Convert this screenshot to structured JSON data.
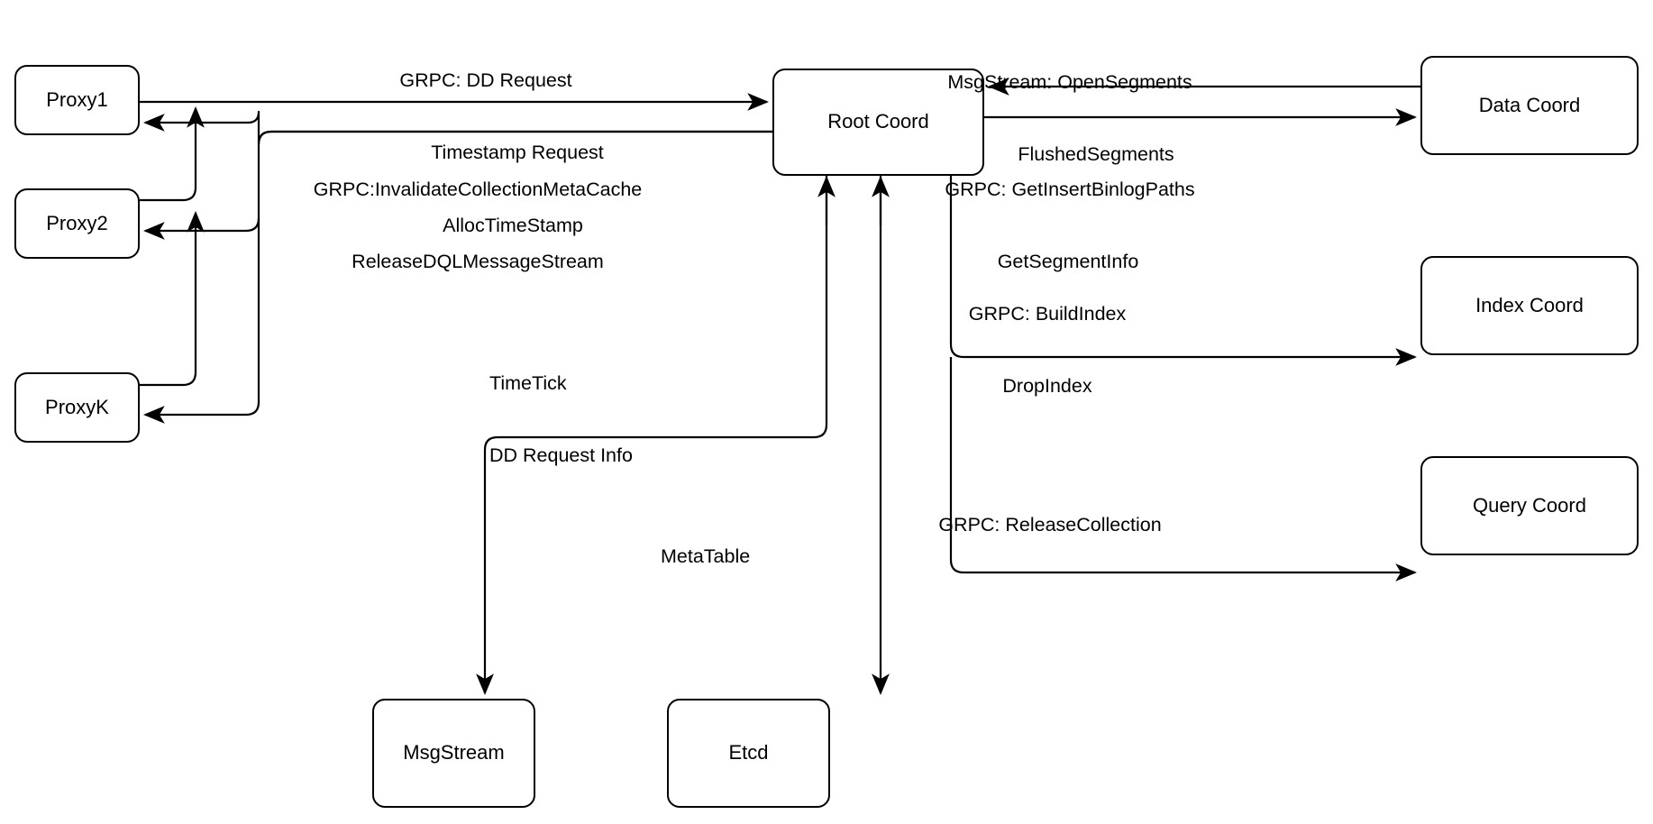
{
  "diagram": {
    "title": "Root Coord component interaction diagram",
    "background_color": "#ffffff",
    "stroke_color": "#000000",
    "node_fill": "#ffffff",
    "nodes": [
      {
        "id": "proxy1",
        "label": "Proxy1"
      },
      {
        "id": "proxy2",
        "label": "Proxy2"
      },
      {
        "id": "proxyk",
        "label": "ProxyK"
      },
      {
        "id": "root_coord",
        "label": "Root Coord"
      },
      {
        "id": "data_coord",
        "label": "Data Coord"
      },
      {
        "id": "index_coord",
        "label": "Index Coord"
      },
      {
        "id": "query_coord",
        "label": "Query Coord"
      },
      {
        "id": "msgstream",
        "label": "MsgStream"
      },
      {
        "id": "etcd",
        "label": "Etcd"
      }
    ],
    "edge_labels": [
      {
        "id": "proxy-to-root",
        "from": "proxy1",
        "to": "root_coord",
        "lines": [
          "GRPC: DD Request",
          "Timestamp Request",
          "AllocTimeStamp"
        ]
      },
      {
        "id": "root-to-proxy",
        "from": "root_coord",
        "to": "proxy1",
        "lines": [
          "GRPC:InvalidateCollectionMetaCache",
          "ReleaseDQLMessageStream"
        ]
      },
      {
        "id": "datacoord-to-root",
        "from": "data_coord",
        "to": "root_coord",
        "lines": [
          "MsgStream: OpenSegments",
          "FlushedSegments"
        ]
      },
      {
        "id": "root-to-datacoord",
        "from": "root_coord",
        "to": "data_coord",
        "lines": [
          "GRPC: GetInsertBinlogPaths",
          "GetSegmentInfo"
        ]
      },
      {
        "id": "root-to-indexcoord",
        "from": "root_coord",
        "to": "index_coord",
        "lines": [
          "GRPC: BuildIndex",
          "DropIndex"
        ]
      },
      {
        "id": "root-to-querycoord",
        "from": "root_coord",
        "to": "query_coord",
        "lines": [
          "GRPC: ReleaseCollection"
        ]
      },
      {
        "id": "root-to-msgstream",
        "from": "root_coord",
        "to": "msgstream",
        "lines": [
          "TimeTick",
          "DD Request Info"
        ]
      },
      {
        "id": "root-to-etcd",
        "from": "root_coord",
        "to": "etcd",
        "lines": [
          "MetaTable"
        ]
      }
    ]
  }
}
